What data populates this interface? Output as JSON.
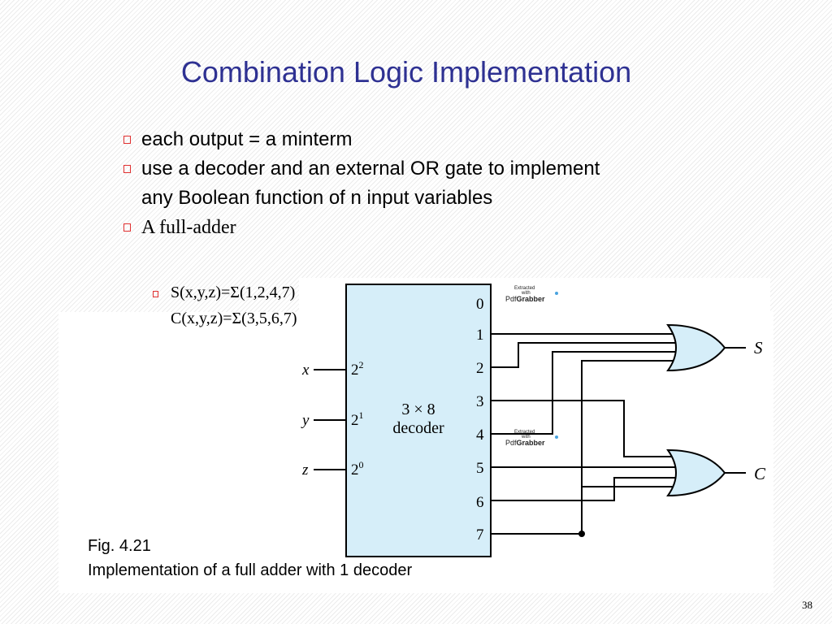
{
  "title": "Combination Logic Implementation",
  "bullets": [
    {
      "text": "each output = a minterm"
    },
    {
      "text": "use a decoder and an external OR gate to implement any Boolean function of n input variables"
    },
    {
      "text": "A full-adder"
    }
  ],
  "sub_bullet": {
    "line1": "S(x,y,z)=Σ(1,2,4,7)",
    "line2": "C(x,y,z)=Σ(3,5,6,7)"
  },
  "diagram": {
    "decoder_label_1": "3 × 8",
    "decoder_label_2": "decoder",
    "inputs": [
      {
        "name": "x",
        "pin": "2",
        "exp": "2"
      },
      {
        "name": "y",
        "pin": "2",
        "exp": "1"
      },
      {
        "name": "z",
        "pin": "2",
        "exp": "0"
      }
    ],
    "outputs": [
      "0",
      "1",
      "2",
      "3",
      "4",
      "5",
      "6",
      "7"
    ],
    "gate_outputs": [
      "S",
      "C"
    ],
    "watermark": {
      "line1": "Extracted",
      "line2": "with",
      "brand_a": "Pdf",
      "brand_b": "Grabber"
    }
  },
  "caption": {
    "line1": "Fig. 4.21",
    "line2": "Implementation of a full adder with 1 decoder"
  },
  "page_number": "38",
  "colors": {
    "title": "#2e3192",
    "decoder_fill": "#d6eef9",
    "gate_fill": "#d6eef9",
    "marker": "#e03030"
  }
}
